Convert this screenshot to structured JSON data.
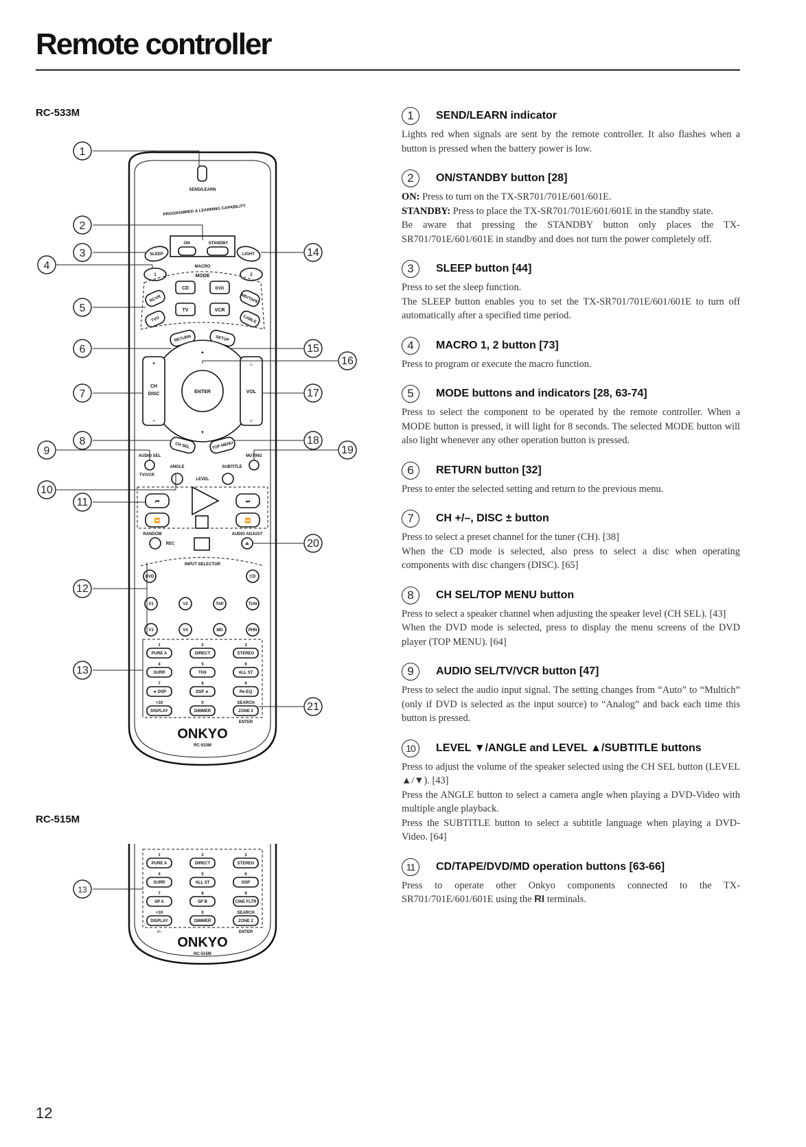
{
  "page": {
    "title": "Remote controller",
    "page_number": "12"
  },
  "models": {
    "top": "RC-533M",
    "bottom": "RC-515M"
  },
  "remote_labels": {
    "send_learn": "SEND/LEARN",
    "programmed": "PROGRAMMED & LEARNING CAPABILITY",
    "on": "ON",
    "standby": "STANDBY",
    "sleep": "SLEEP",
    "light": "LIGHT",
    "macro": "MACRO",
    "mode": "MODE",
    "macro1": "1",
    "macro2": "2",
    "rcvr": "RCVR",
    "cd": "CD",
    "dvd": "DVD",
    "md_tape": "MD/TAPE",
    "tv": "TV",
    "vcr": "VCR",
    "cable": "CABLE",
    "tvo": "TVO",
    "return": "RETURN",
    "setup": "SETUP",
    "ch": "CH",
    "disc": "DISC",
    "enter": "ENTER",
    "vol": "VOL",
    "ch_sel": "CH SEL",
    "top_menu": "TOP MENU",
    "audio_sel": "AUDIO SEL",
    "muting": "MUTING",
    "angle": "ANGLE",
    "subtitle": "SUBTITLE",
    "tv_vcr": "TV/VCR",
    "level": "LEVEL",
    "random": "RANDOM",
    "rec": "REC",
    "audio_adjust": "AUDIO ADJUST",
    "input_selector": "INPUT SELECTOR",
    "input_dvd": "DVD",
    "input_cd": "CD",
    "input_v1": "V1",
    "input_v2": "V2",
    "input_tap": "TAP",
    "input_tun": "TUN",
    "input_v3": "V3",
    "input_v4": "V4",
    "input_md": "MD",
    "input_phn": "PHN",
    "pure_a": "PURE A",
    "direct": "DIRECT",
    "stereo": "STEREO",
    "surr": "SURR",
    "thx": "THX",
    "all_st": "ALL ST",
    "dsp_minus": "◄ DSP",
    "dsp_plus": "DSP ►",
    "re_eq": "Re-EQ",
    "display": "DISPLAY",
    "dimmer": "DIMMER",
    "zone2": "ZONE 2",
    "search": "SEARCH",
    "enter_small": "ENTER",
    "plus10": "+10",
    "zero": "0",
    "k1": "1",
    "k2": "2",
    "k3": "3",
    "k4": "4",
    "k5": "5",
    "k6": "6",
    "k7": "7",
    "k8": "8",
    "k9": "9",
    "dash": "-/--",
    "dsp": "DSP",
    "sp_a": "SP A",
    "sp_b": "SP B",
    "cine_fltr": "CINE FLTR",
    "brand": "ONKYO",
    "model_top": "RC-533M",
    "model_bottom": "RC-515M"
  },
  "callouts": {
    "c1": "1",
    "c2": "2",
    "c3": "3",
    "c4": "4",
    "c5": "5",
    "c6": "6",
    "c7": "7",
    "c8": "8",
    "c9": "9",
    "c10": "10",
    "c11": "11",
    "c12": "12",
    "c13": "13",
    "c14": "14",
    "c15": "15",
    "c16": "16",
    "c17": "17",
    "c18": "18",
    "c19": "19",
    "c20": "20",
    "c21": "21",
    "c13b": "13"
  },
  "items": [
    {
      "num": "1",
      "title": "SEND/LEARN indicator",
      "lines": [
        "Lights red when signals are sent by the remote controller. It also flashes when a button is pressed when the battery power is low."
      ]
    },
    {
      "num": "2",
      "title": "ON/STANDBY button [28]",
      "on_label": "ON:",
      "on_text": " Press to turn on the TX-SR701/701E/601/601E.",
      "standby_label": "STANDBY:",
      "standby_text": " Press to place the TX-SR701/701E/601/601E in the standby state.",
      "lines": [
        "Be aware that pressing the STANDBY button only places the TX-SR701/701E/601/601E in standby and does not turn the power completely off."
      ]
    },
    {
      "num": "3",
      "title": "SLEEP button [44]",
      "lines": [
        "Press to set the sleep function.",
        "The SLEEP button enables you to set the TX-SR701/701E/601/601E to turn off automatically after a specified time period."
      ]
    },
    {
      "num": "4",
      "title": "MACRO 1, 2 button [73]",
      "lines": [
        "Press to program or execute the macro function."
      ]
    },
    {
      "num": "5",
      "title": "MODE buttons and indicators [28, 63-74]",
      "lines": [
        "Press to select the component to be operated by the remote controller. When a MODE button is pressed, it will light for 8 seconds. The selected MODE button will also light whenever any other operation button is pressed."
      ]
    },
    {
      "num": "6",
      "title": "RETURN button [32]",
      "lines": [
        "Press to enter the selected setting and return to the previous menu."
      ]
    },
    {
      "num": "7",
      "title": "CH +/–, DISC ± button",
      "lines": [
        "Press to select a preset channel for the tuner (CH). [38]",
        "When the CD mode is selected, also press to select a disc when operating components with disc changers (DISC). [65]"
      ]
    },
    {
      "num": "8",
      "title": "CH SEL/TOP MENU button",
      "lines": [
        "Press to select a speaker channel when adjusting the speaker level (CH SEL). [43]",
        "When the DVD mode is selected, press to display the menu screens of the DVD player (TOP MENU). [64]"
      ]
    },
    {
      "num": "9",
      "title": "AUDIO SEL/TV/VCR button [47]",
      "lines": [
        "Press to select the audio input signal. The setting changes from “Auto” to “Multich” (only if DVD is selected as the input source) to “Analog” and back each time this button is pressed."
      ]
    },
    {
      "num": "10",
      "title": "LEVEL ▼/ANGLE and LEVEL ▲/SUBTITLE buttons",
      "lines": [
        "Press to adjust the volume of the speaker selected using the CH SEL button (LEVEL ▲/▼). [43]",
        "Press the ANGLE button to select a camera angle when playing a DVD-Video with multiple angle playback.",
        "Press the SUBTITLE button to select a subtitle language when playing a DVD-Video. [64]"
      ]
    },
    {
      "num": "11",
      "title": "CD/TAPE/DVD/MD operation buttons [63-66]",
      "line_before": "Press to operate other Onkyo components connected to the TX-SR701/701E/601/601E using the ",
      "ri": "RI",
      "line_after": " terminals."
    }
  ]
}
